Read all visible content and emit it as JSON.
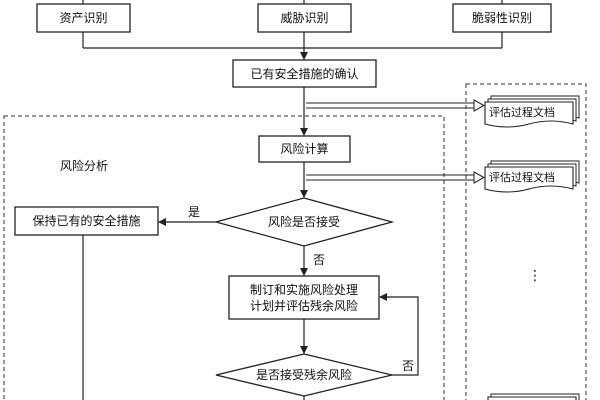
{
  "diagram": {
    "nodes": {
      "asset": "资产识别",
      "threat": "威胁识别",
      "vuln": "脆弱性识别",
      "confirm": "已有安全措施的确认",
      "calc": "风险计算",
      "accept": "风险是否接受",
      "keep": "保持已有的安全措施",
      "plan_line1": "制订和实施风险处理",
      "plan_line2": "计划并评估残余风险",
      "residual": "是否接受残余风险"
    },
    "labels": {
      "yes": "是",
      "no": "否",
      "no2": "否",
      "region": "风险分析"
    },
    "documents": {
      "doc1": "评估过程文档",
      "doc2": "评估过程文档",
      "ellipsis": "⋮"
    }
  }
}
